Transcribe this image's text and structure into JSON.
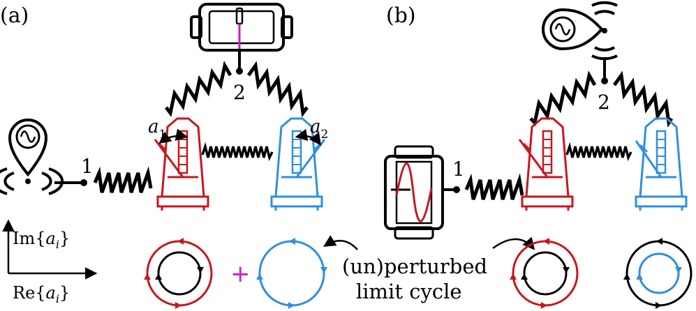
{
  "panels": {
    "a": "(a)",
    "b": "(b)"
  },
  "nodes": {
    "one": "1",
    "two": "2"
  },
  "amplitudes": {
    "a1": {
      "base": "a",
      "sub": "1"
    },
    "a2": {
      "base": "a",
      "sub": "2"
    }
  },
  "axes": {
    "im": {
      "pre": "Im{",
      "var": "a",
      "sub": "i",
      "post": "}"
    },
    "re": {
      "pre": "Re{",
      "var": "a",
      "sub": "i",
      "post": "}"
    }
  },
  "caption": {
    "line1": "(un)perturbed",
    "line2": "limit cycle"
  },
  "plus_sign": "+",
  "colors": {
    "ink": "#000000",
    "red_metronome": "#c8161d",
    "blue_metronome": "#2e8fe0",
    "magenta_needle": "#c81bc8"
  },
  "icons": [
    "radio-source-icon",
    "heater-icon",
    "metronome-icon",
    "antenna-source-icon",
    "oscilloscope-icon",
    "spring-icon"
  ]
}
